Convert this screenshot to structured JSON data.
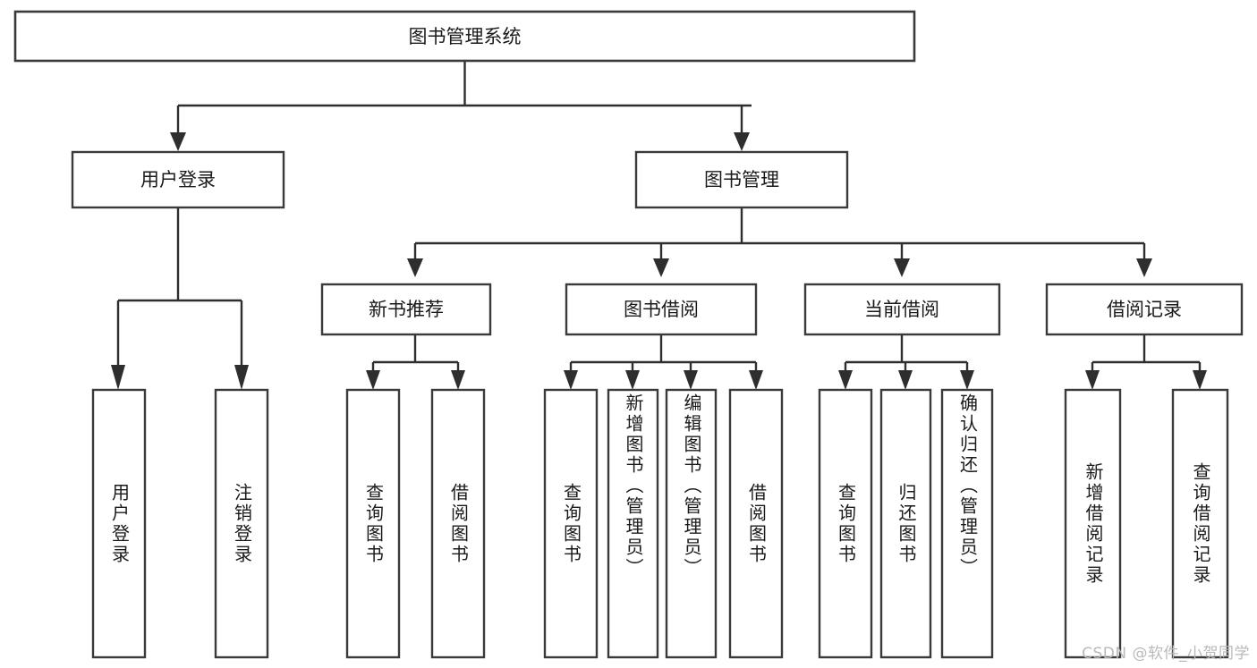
{
  "diagram": {
    "type": "tree-hierarchy",
    "title": "图书管理系统",
    "orientation": "top-down",
    "colors": {
      "background": "#ffffff",
      "box_stroke": "#3a3a3a",
      "connector": "#2e2e2e",
      "text": "#1a1a1a",
      "watermark": "#b9b9b9"
    },
    "root": {
      "label": "图书管理系统"
    },
    "level1": [
      {
        "label": "用户登录"
      },
      {
        "label": "图书管理"
      }
    ],
    "level2": [
      {
        "label": "新书推荐"
      },
      {
        "label": "图书借阅"
      },
      {
        "label": "当前借阅"
      },
      {
        "label": "借阅记录"
      }
    ],
    "leaves": {
      "user_login": [
        {
          "label": "用户登录"
        },
        {
          "label": "注销登录"
        }
      ],
      "new_book_recommend": [
        {
          "label": "查询图书"
        },
        {
          "label": "借阅图书"
        }
      ],
      "book_borrow": [
        {
          "label": "查询图书"
        },
        {
          "label": "新增图书（管理员）"
        },
        {
          "label": "编辑图书（管理员）"
        },
        {
          "label": "借阅图书"
        }
      ],
      "current_borrow": [
        {
          "label": "查询图书"
        },
        {
          "label": "归还图书"
        },
        {
          "label": "确认归还（管理员）"
        }
      ],
      "borrow_record": [
        {
          "label": "新增借阅记录"
        },
        {
          "label": "查询借阅记录"
        }
      ]
    }
  },
  "watermark": {
    "text": "CSDN @软件_小贺同学"
  }
}
